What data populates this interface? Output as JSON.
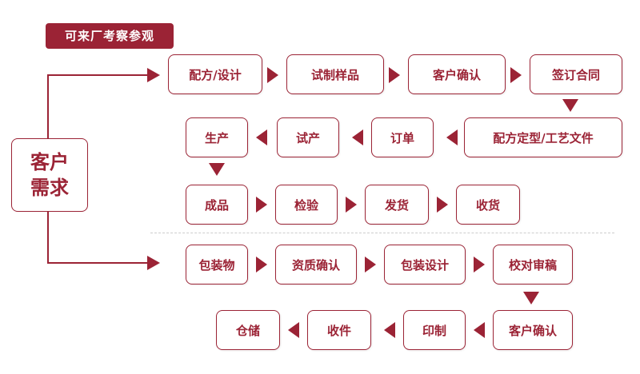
{
  "tag": "可来厂考察参观",
  "root": {
    "line1": "客户",
    "line2": "需求"
  },
  "flow_top": {
    "row1": [
      "配方/设计",
      "试制样品",
      "客户确认",
      "签订合同"
    ],
    "row2": [
      "生产",
      "试产",
      "订单",
      "配方定型/工艺文件"
    ],
    "row3": [
      "成品",
      "检验",
      "发货",
      "收货"
    ]
  },
  "flow_bottom": {
    "row1": [
      "包装物",
      "资质确认",
      "包装设计",
      "校对审稿"
    ],
    "row2": [
      "仓储",
      "收件",
      "印制",
      "客户确认"
    ]
  },
  "colors": {
    "accent": "#9b2335",
    "separator": "#cccccc"
  }
}
